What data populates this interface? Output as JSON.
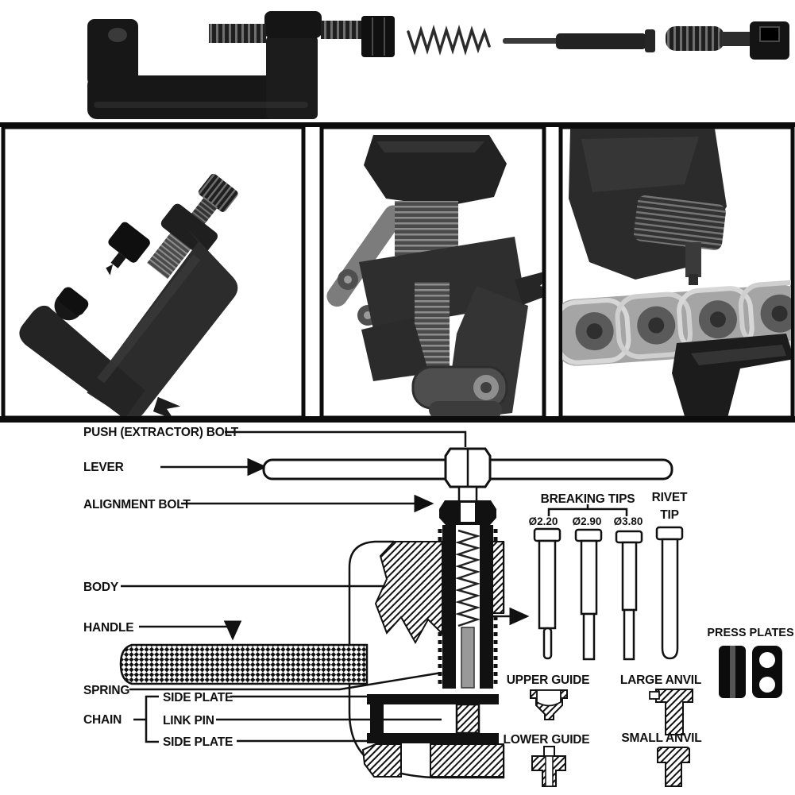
{
  "colors": {
    "paper": "#ffffff",
    "ink": "#111111",
    "photo_black": "#171717",
    "photo_dark_gray": "#2e2e2e",
    "photo_mid_gray": "#555555",
    "photo_light_gray": "#a5a5a5"
  },
  "labels": {
    "push_extractor_bolt": "PUSH (EXTRACTOR) BOLT",
    "lever": "LEVER",
    "alignment_bolt": "ALIGNMENT BOLT",
    "body": "BODY",
    "handle": "HANDLE",
    "spring": "SPRING",
    "chain": "CHAIN",
    "side_plate_upper": "SIDE PLATE",
    "link_pin": "LINK PIN",
    "side_plate_lower": "SIDE PLATE",
    "breaking_tips": "BREAKING TIPS",
    "tip_22": "Ø2.20",
    "tip_29": "Ø2.90",
    "tip_38": "Ø3.80",
    "rivet_line1": "RIVET",
    "rivet_line2": "TIP",
    "upper_guide": "UPPER GUIDE",
    "lower_guide": "LOWER GUIDE",
    "large_anvil": "LARGE ANVIL",
    "small_anvil": "SMALL ANVIL",
    "press_plates": "PRESS PLATES"
  },
  "figures": {
    "top_strip": "chain-breaker-tool-with-spring-pin-and-bolt",
    "panel_left": "tool-angled-view",
    "panel_center": "tool-clamped-on-chain",
    "panel_right": "tool-tip-pressing-chain-closeup"
  }
}
